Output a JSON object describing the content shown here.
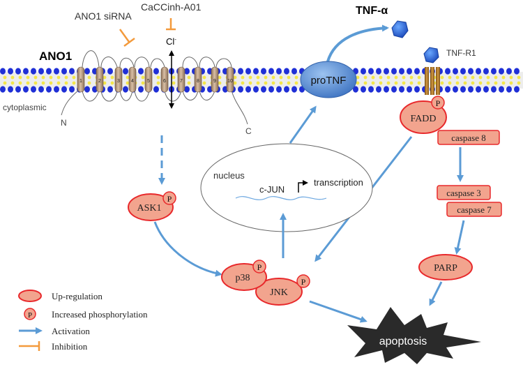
{
  "labels": {
    "ano1_sirna": "ANO1 siRNA",
    "inhibitor": "CaCCinh-A01",
    "tnf_alpha": "TNF-α",
    "ano1": "ANO1",
    "chloride": "Cl",
    "chloride_charge": "-",
    "protnf": "proTNF",
    "tnf_r1": "TNF-R1",
    "cytoplasmic": "cytoplasmic",
    "n_term": "N",
    "c_term": "C",
    "fadd": "FADD",
    "caspase8": "caspase 8",
    "caspase3": "caspase 3",
    "caspase7": "caspase 7",
    "parp": "PARP",
    "nucleus": "nucleus",
    "cjun": "c-JUN",
    "transcription": "transcription",
    "ask1": "ASK1",
    "p38": "p38",
    "jnk": "JNK",
    "apoptosis": "apoptosis",
    "phospho": "P"
  },
  "tm_segments": [
    "1",
    "2",
    "3",
    "4",
    "5",
    "6",
    "7",
    "8",
    "9",
    "10"
  ],
  "legend": [
    {
      "key": "up",
      "label": "Up-regulation"
    },
    {
      "key": "phos",
      "label": "Increased phosphorylation"
    },
    {
      "key": "act",
      "label": "Activation"
    },
    {
      "key": "inh",
      "label": "Inhibition"
    }
  ],
  "colors": {
    "node_fill": "#f2a48e",
    "node_stroke": "#e8282b",
    "activation": "#5b9bd5",
    "inhibition": "#f39a3c",
    "lipid_head": "#1f2fd6",
    "lipid_tail": "#f4e64a",
    "protnf_fill": "#5d8fd3",
    "receptor": "#b07b2c"
  }
}
